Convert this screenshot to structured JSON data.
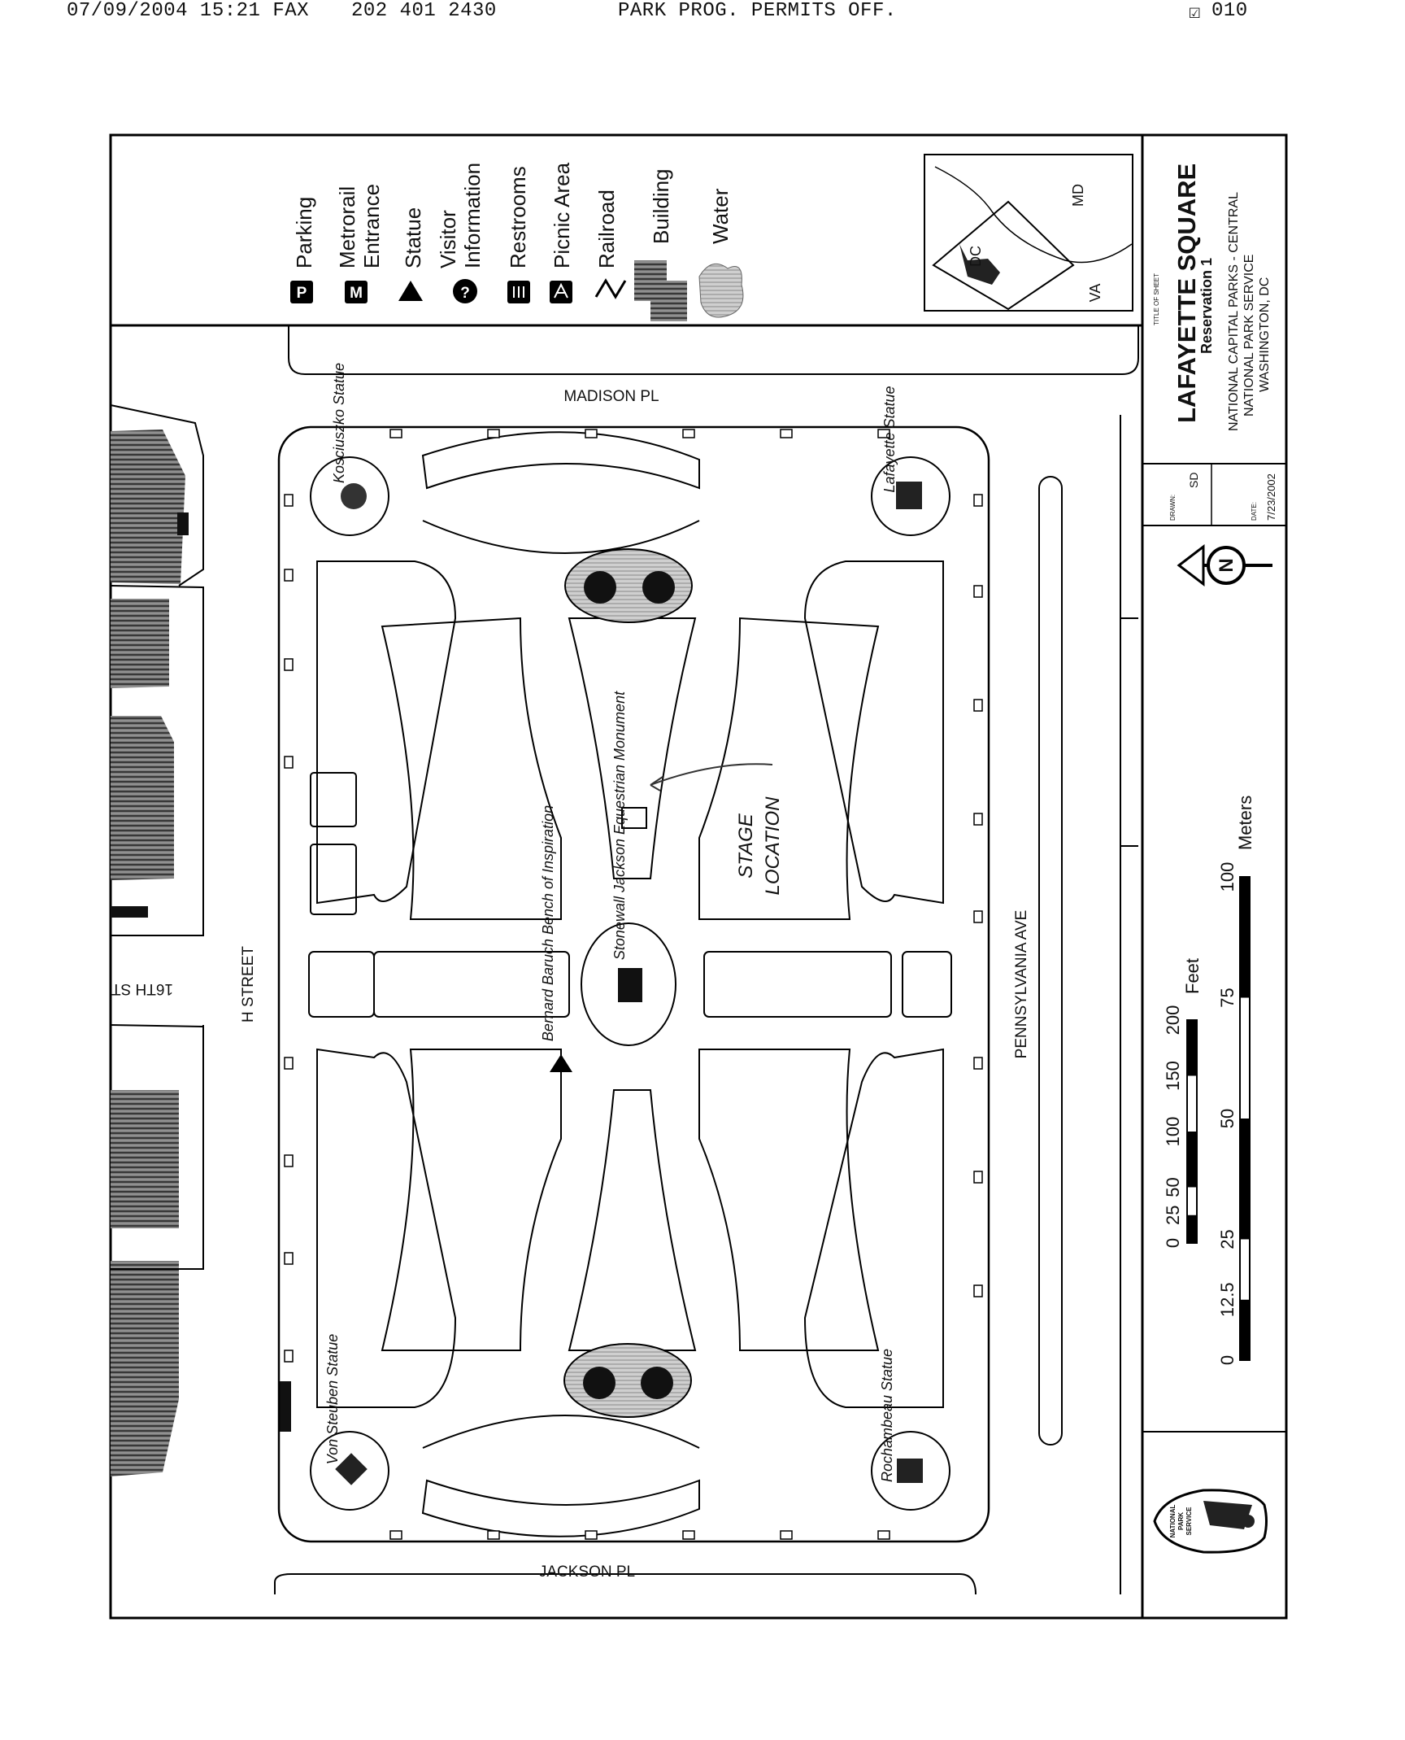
{
  "fax_header": {
    "datetime": "07/09/2004 15:21 FAX",
    "phone": "202 401 2430",
    "office": "PARK PROG. PERMITS OFF.",
    "page": "010"
  },
  "legend": {
    "items": [
      {
        "icon": "parking-icon",
        "glyph": "P",
        "label": "Parking"
      },
      {
        "icon": "metrorail-icon",
        "glyph": "M",
        "label": "Metrorail",
        "label2": "Entrance"
      },
      {
        "icon": "statue-icon",
        "glyph": "",
        "label": "Statue"
      },
      {
        "icon": "visitor-information-icon",
        "glyph": "?",
        "label": "Visitor",
        "label2": "Information"
      },
      {
        "icon": "restrooms-icon",
        "glyph": "",
        "label": "Restrooms"
      },
      {
        "icon": "picnic-area-icon",
        "glyph": "",
        "label": "Picnic Area"
      },
      {
        "icon": "railroad-icon",
        "glyph": "",
        "label": "Railroad"
      },
      {
        "icon": "building-icon",
        "glyph": "",
        "label": "Building"
      },
      {
        "icon": "water-icon",
        "glyph": "",
        "label": "Water"
      }
    ]
  },
  "locator": {
    "labels": [
      "DC",
      "MD",
      "VA"
    ]
  },
  "title_block": {
    "sheet_caption": "TITLE OF SHEET",
    "title": "LAFAYETTE SQUARE",
    "subtitle": "Reservation 1",
    "agency_1": "NATIONAL CAPITAL PARKS - CENTRAL",
    "agency_2": "NATIONAL PARK SERVICE",
    "agency_3": "WASHINGTON, DC",
    "drawn_caption": "DRAWN:",
    "drawn_value": "SD",
    "date_caption": "DATE:",
    "date_value": "7/23/2002",
    "north_glyph": "N",
    "logo_text": [
      "NATIONAL",
      "PARK",
      "SERVICE"
    ]
  },
  "streets": {
    "madison": "MADISON PL",
    "jackson": "JACKSON PL",
    "h_street": "H STREET",
    "sixteenth": "16TH ST",
    "pennsylvania": "PENNSYLVANIA AVE"
  },
  "features": {
    "kosciuszko": "Kosciuszko Statue",
    "lafayette": "Lafayette Statue",
    "von_steuben": "Von Steuben Statue",
    "rochambeau": "Rochambeau Statue",
    "jackson": "Stonewall Jackson Equestrian Monument",
    "baruch": "Bernard Baruch Bench of Inspiration"
  },
  "annotation": {
    "line1": "STAGE",
    "line2": "LOCATION"
  },
  "scale_bar": {
    "feet_unit": "Feet",
    "feet_ticks": [
      "0",
      "25",
      "50",
      "100",
      "150",
      "200"
    ],
    "meters_unit": "Meters",
    "meters_ticks": [
      "0",
      "12.5",
      "25",
      "50",
      "75",
      "100"
    ]
  }
}
